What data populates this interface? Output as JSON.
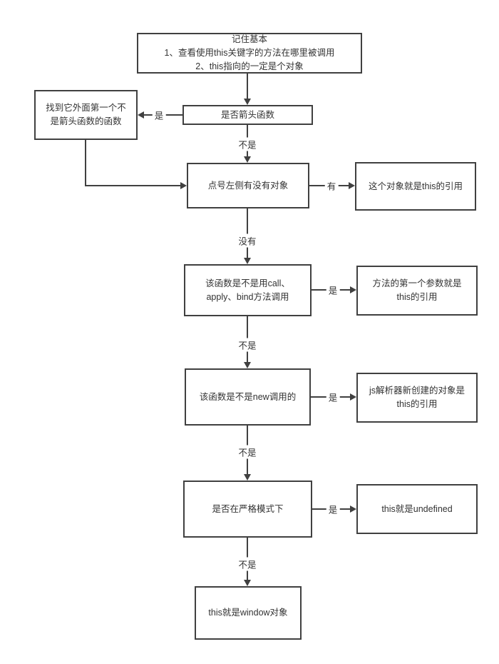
{
  "flowchart": {
    "line_color": "#404040",
    "text_color": "#333333",
    "nodes": {
      "start": {
        "lines": [
          "记住基本",
          "1、查看使用this关键字的方法在哪里被调用",
          "2、this指向的一定是个对象"
        ]
      },
      "is_arrow_fn": {
        "lines": [
          "是否箭头函数"
        ]
      },
      "find_outer_fn": {
        "lines": [
          "找到它外面第一个不",
          "是箭头函数的函数"
        ]
      },
      "dot_left_object": {
        "lines": [
          "点号左侧有没有对象"
        ]
      },
      "object_is_this": {
        "lines": [
          "这个对象就是this的引用"
        ]
      },
      "call_apply_bind": {
        "lines": [
          "该函数是不是用call、",
          "apply、bind方法调用"
        ]
      },
      "first_param_is_this": {
        "lines": [
          "方法的第一个参数就是",
          "this的引用"
        ]
      },
      "is_new_call": {
        "lines": [
          "该函数是不是new调用的"
        ]
      },
      "new_object_is_this": {
        "lines": [
          "js解析器新创建的对象是",
          "this的引用"
        ]
      },
      "is_strict_mode": {
        "lines": [
          "是否在严格模式下"
        ]
      },
      "this_undefined": {
        "lines": [
          "this就是undefined"
        ]
      },
      "this_window": {
        "lines": [
          "this就是window对象"
        ]
      }
    },
    "labels": {
      "yes": "是",
      "no": "不是",
      "has": "有",
      "none": "没有"
    }
  }
}
